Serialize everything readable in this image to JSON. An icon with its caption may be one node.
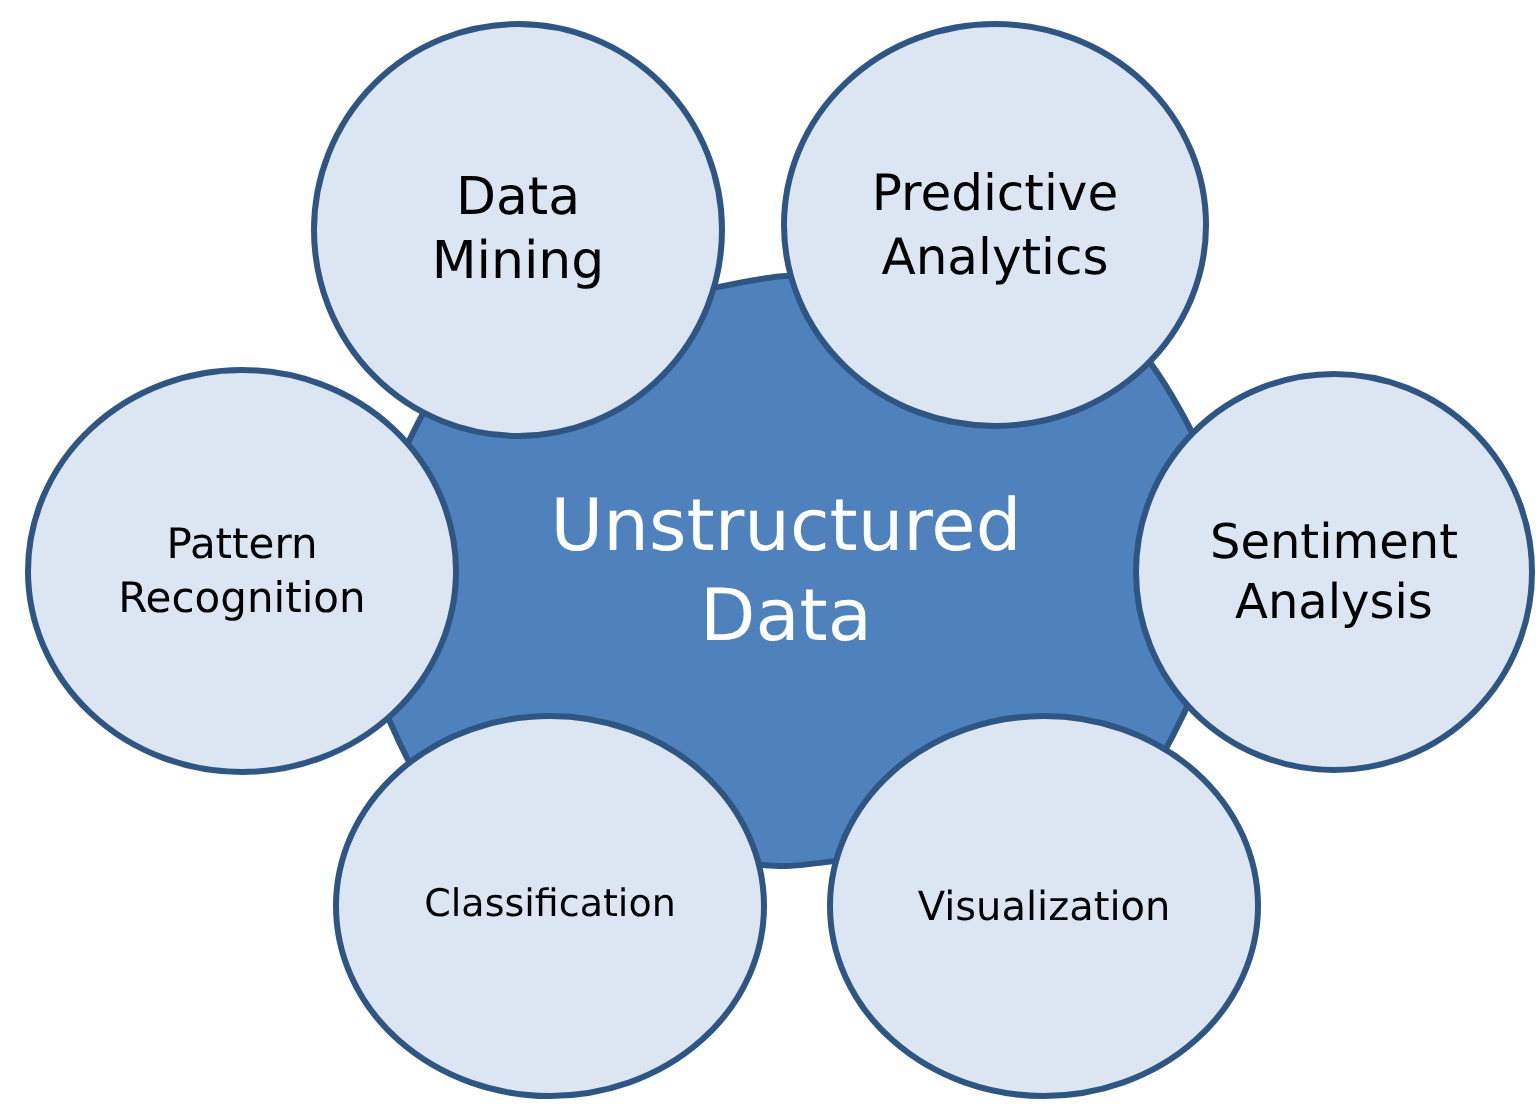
{
  "diagram": {
    "nodes": [
      {
        "text": [
          "Data Mining"
        ]
      },
      {
        "text": [
          "Predictive Analytics"
        ]
      },
      {
        "text": [
          "Pattern Recognition"
        ]
      },
      {
        "text": [
          "Unstructured Data"
        ]
      },
      {
        "text": [
          "Sentiment Analysis"
        ]
      },
      {
        "text": [
          "Classification"
        ]
      },
      {
        "text": [
          "Visualization"
        ]
      }
    ]
  }
}
